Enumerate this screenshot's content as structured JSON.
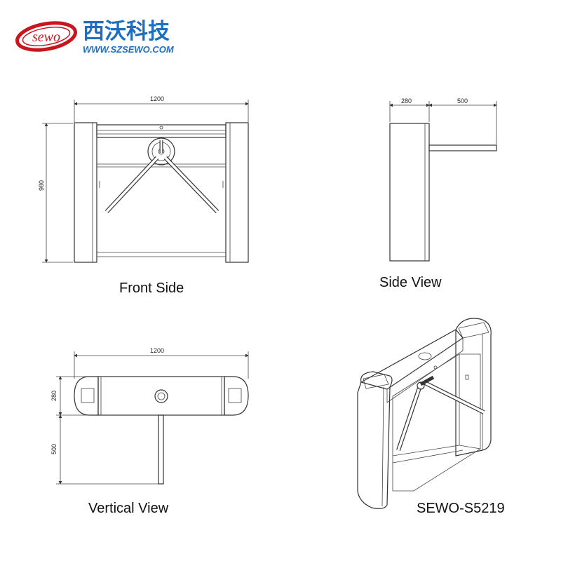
{
  "brand": {
    "logo_script": "sewo",
    "name_cn": "西沃科技",
    "url": "WWW.SZSEWO.COM",
    "red": "#c9151e",
    "blue": "#1f6fc0"
  },
  "views": {
    "front": {
      "caption": "Front Side",
      "width_label": "1200",
      "height_label": "980"
    },
    "side": {
      "caption": "Side View",
      "depth_label": "280",
      "arm_label": "500"
    },
    "top": {
      "caption": "Vertical View",
      "width_label": "1200",
      "depth_label": "280",
      "arm_label": "500"
    },
    "iso": {
      "caption": "SEWO-S5219"
    }
  }
}
